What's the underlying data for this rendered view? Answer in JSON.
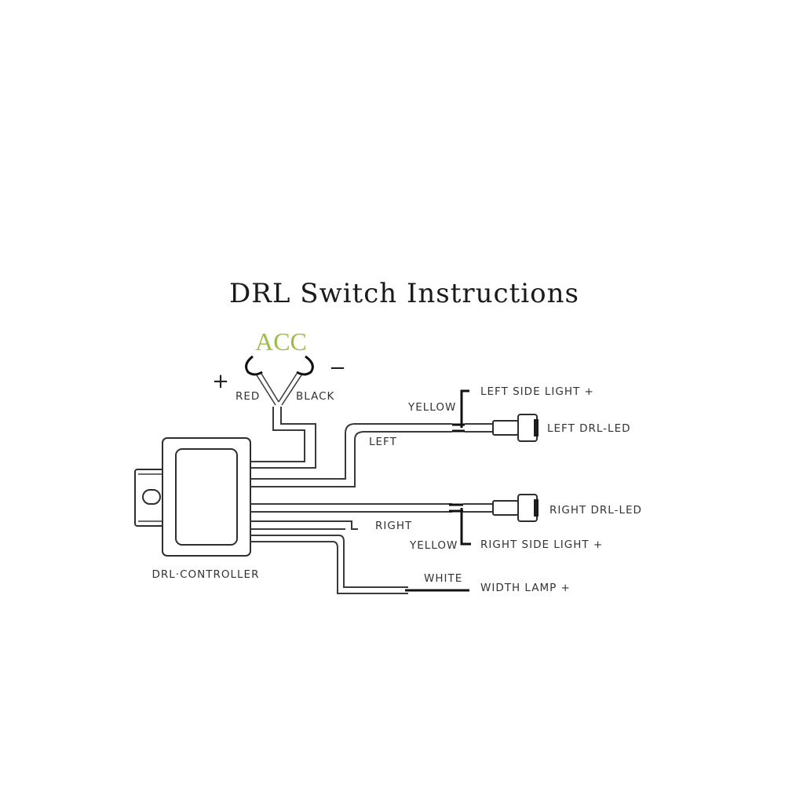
{
  "title": "DRL Switch Instructions",
  "acc_label": "ACC",
  "plus_symbol": "+",
  "minus_symbol": "−",
  "wires": {
    "red": "RED",
    "black": "BLACK",
    "yellow_top": "YELLOW",
    "left": "LEFT",
    "right": "RIGHT",
    "yellow_bottom": "YELLOW",
    "white": "WHITE"
  },
  "outputs": {
    "left_side_light": "LEFT SIDE LIGHT +",
    "left_drl_led": "LEFT DRL-LED",
    "right_drl_led": "RIGHT DRL-LED",
    "right_side_light": "RIGHT SIDE LIGHT +",
    "width_lamp": "WIDTH LAMP +"
  },
  "controller_label": "DRL·CONTROLLER",
  "colors": {
    "acc": "#9bbd4a",
    "lines": "#3a3a3a",
    "text": "#333333"
  }
}
